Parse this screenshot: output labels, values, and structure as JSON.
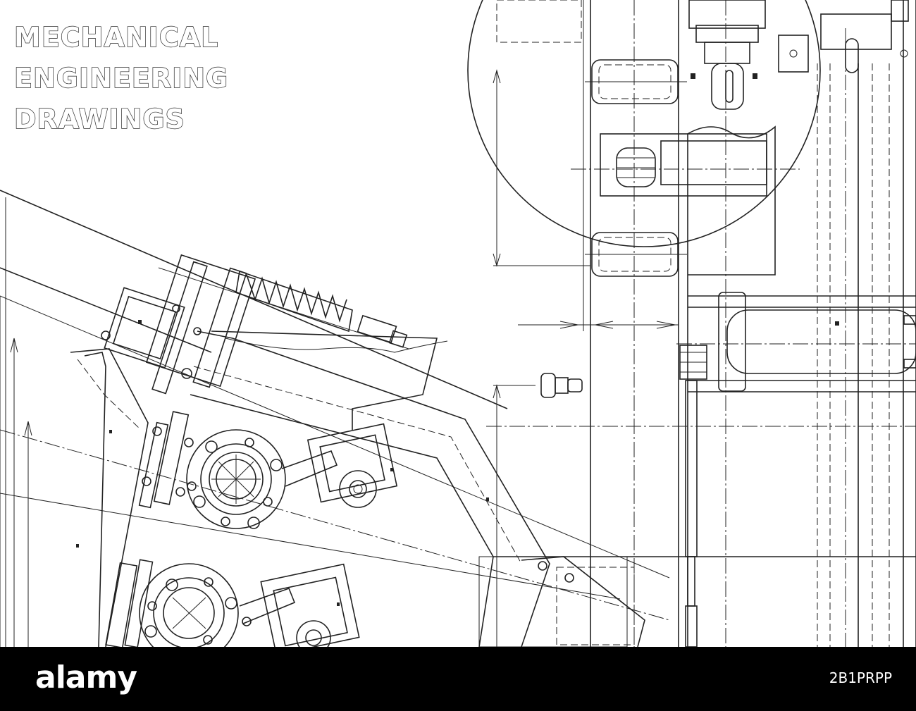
{
  "drawing": {
    "title_lines": [
      "MECHANICAL",
      "ENGINEERING",
      "DRAWINGS"
    ],
    "line_color": "#222222",
    "background_color": "#ffffff"
  },
  "footer": {
    "brand": "alamy",
    "image_id": "2B1PRPP",
    "background_color": "#000000"
  }
}
